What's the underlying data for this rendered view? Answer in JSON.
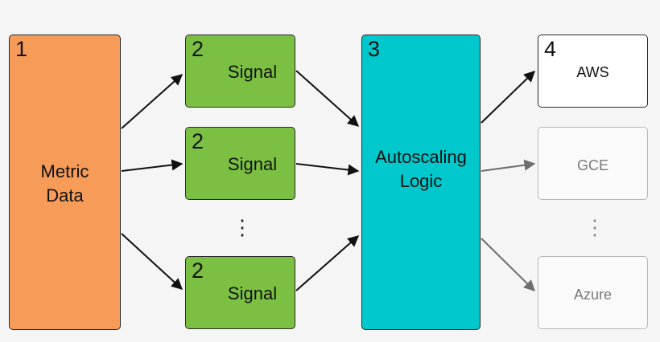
{
  "metric": {
    "number": "1",
    "label_line1": "Metric",
    "label_line2": "Data"
  },
  "signals": [
    {
      "number": "2",
      "label": "Signal"
    },
    {
      "number": "2",
      "label": "Signal"
    },
    {
      "number": "2",
      "label": "Signal"
    }
  ],
  "signal_ellipsis": "⋮",
  "logic": {
    "number": "3",
    "label_line1": "Autoscaling",
    "label_line2": "Logic"
  },
  "clouds": [
    {
      "number": "4",
      "label": "AWS"
    },
    {
      "label": "GCE"
    },
    {
      "label": "Azure"
    }
  ],
  "cloud_ellipsis": "⋮",
  "colors": {
    "metric": "#f79b59",
    "signal": "#7bc043",
    "logic": "#00c8cc",
    "cloud_active": "#ffffff",
    "cloud_faded": "#fafafa",
    "arrow": "#111111",
    "arrow_faded": "#6e6e6e"
  }
}
